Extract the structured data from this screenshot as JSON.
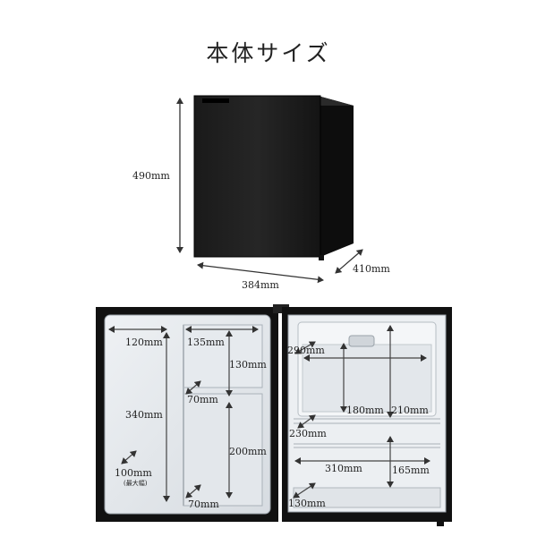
{
  "title": "本体サイズ",
  "exterior": {
    "height": "490mm",
    "width": "384mm",
    "depth": "410mm"
  },
  "interior": {
    "door_shelf_width": "120mm",
    "door_right_width": "135mm",
    "door_top_pocket_height": "130mm",
    "door_inner_height": "340mm",
    "door_pocket_depth_top": "70mm",
    "door_lower_pocket_height": "200mm",
    "door_bottle_depth": "100mm",
    "door_bottle_note": "(最大幅)",
    "door_pocket_depth_bottom": "70mm",
    "cabinet_top_depth": "290mm",
    "cabinet_upper_width": "180mm",
    "cabinet_upper_height": "210mm",
    "cabinet_shelf_depth": "230mm",
    "cabinet_lower_width": "310mm",
    "cabinet_lower_height": "165mm",
    "cabinet_bottom_depth": "130mm"
  }
}
